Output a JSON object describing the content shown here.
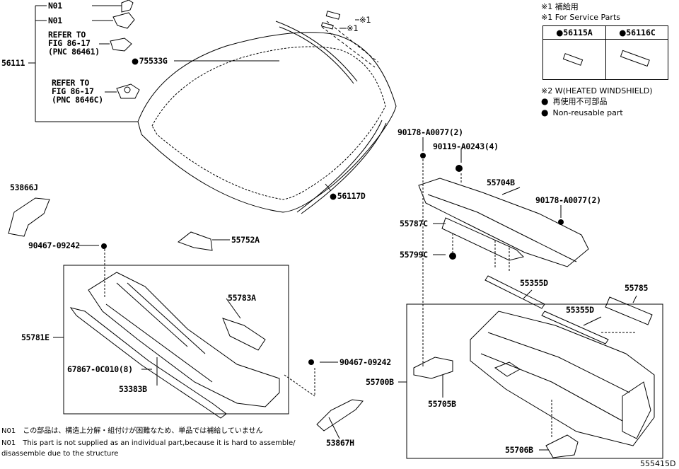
{
  "legend": {
    "note1_jp": "※1 補給用",
    "note1_en": "※1 For Service Parts",
    "note2": "※2 W(HEATED WINDSHIELD)",
    "nonreusable_jp": "再使用不可部品",
    "nonreusable_en": "Non-reusable part"
  },
  "service_parts": {
    "col1": "56115A",
    "col2": "56116C"
  },
  "labels": {
    "n01_a": "N01",
    "n01_b": "N01",
    "refer1_l1": "REFER TO",
    "refer1_l2": "FIG 86-17",
    "refer1_l3": "(PNC 86461)",
    "refer2_l1": "REFER TO",
    "refer2_l2": "FIG 86-17",
    "refer2_l3": "(PNC 8646C)",
    "p56111": "56111",
    "p75533G": "75533G",
    "mark1a": "※1",
    "mark1b": "※1",
    "p56117D": "56117D",
    "p53866J": "53866J",
    "p90467_a": "90467-09242",
    "p55752A": "55752A",
    "p55783A": "55783A",
    "p55781E": "55781E",
    "p67867": "67867-0C010(8)",
    "p53383B": "53383B",
    "p90467_b": "90467-09242",
    "p53867H": "53867H",
    "p90178_a": "90178-A0077(2)",
    "p90119": "90119-A0243(4)",
    "p55704B": "55704B",
    "p90178_b": "90178-A0077(2)",
    "p55787C": "55787C",
    "p55799C": "55799C",
    "p55355D_a": "55355D",
    "p55785": "55785",
    "p55355D_b": "55355D",
    "p55700B": "55700B",
    "p55705B": "55705B",
    "p55706B": "55706B"
  },
  "footnotes": {
    "n01_jp": "N01　この部品は、構造上分解・組付けが困難なため、単品では補給していません",
    "n01_en_l1": "N01　This part is not supplied as an individual part,because it is hard to assemble/",
    "n01_en_l2": "disassemble due to the structure"
  },
  "figure_id": "555415D"
}
